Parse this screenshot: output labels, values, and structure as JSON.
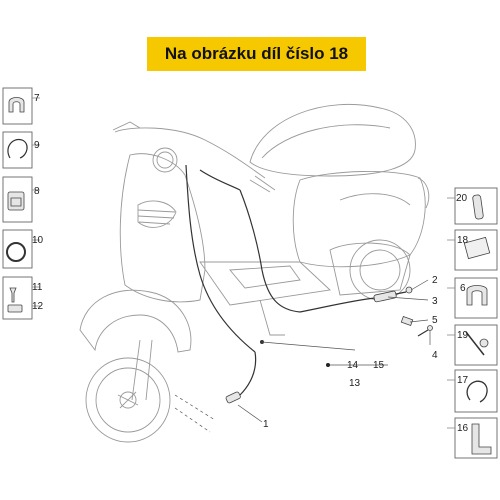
{
  "banner": {
    "text": "Na obrázku díl číslo 18"
  },
  "labels": {
    "l1": "1",
    "l2": "2",
    "l3": "3",
    "l4": "4",
    "l5": "5",
    "l6": "6",
    "l7": "7",
    "l8": "8",
    "l9": "9",
    "l10": "10",
    "l11": "11",
    "l12": "12",
    "l13": "13",
    "l14": "14",
    "l15": "15",
    "l16": "16",
    "l17": "17",
    "l18": "18",
    "l19": "19",
    "l20": "20"
  },
  "colors": {
    "banner_bg": "#f5c800",
    "drawing_gray": "#9a9a9a"
  }
}
